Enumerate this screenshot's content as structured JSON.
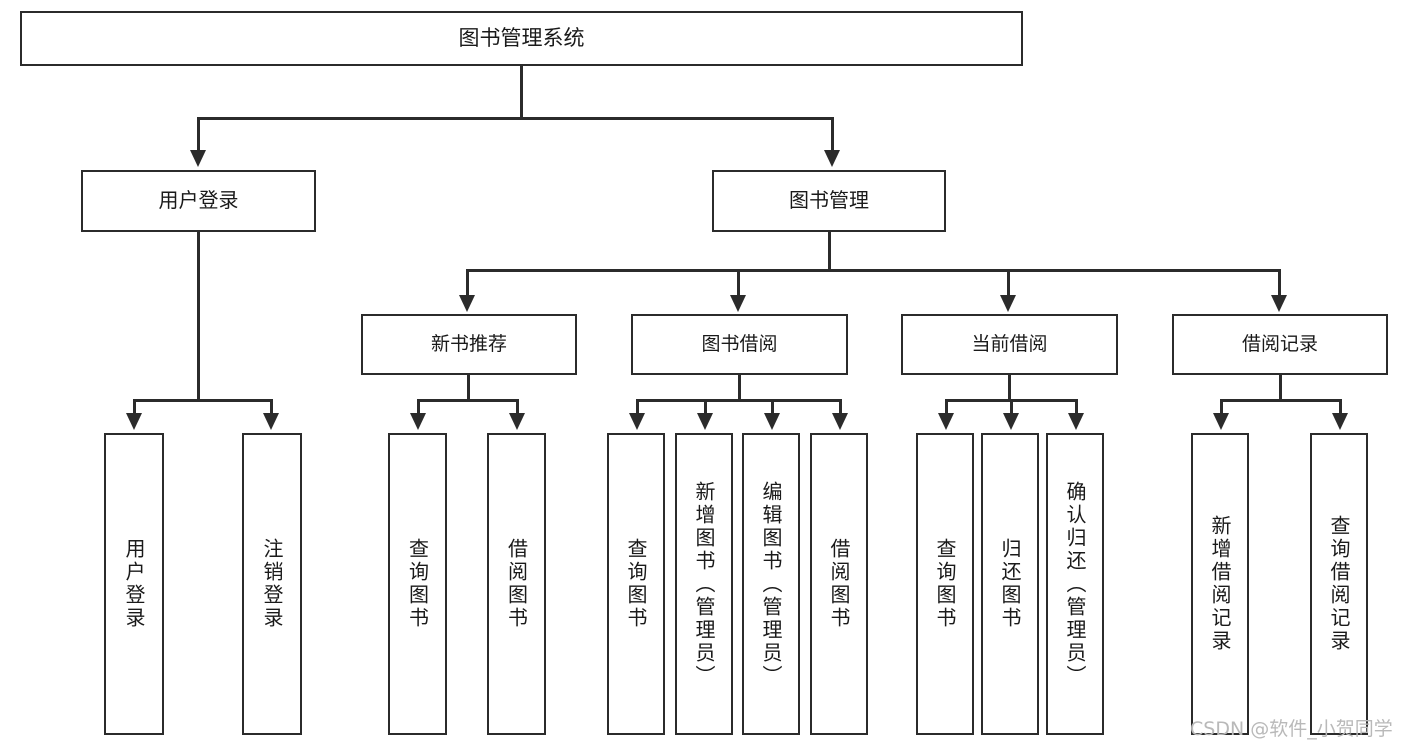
{
  "diagram": {
    "type": "tree",
    "title": "图书管理系统",
    "root": {
      "id": "root",
      "label": "图书管理系统"
    },
    "level2": [
      {
        "id": "user-login",
        "label": "用户登录"
      },
      {
        "id": "book-management",
        "label": "图书管理"
      }
    ],
    "level3": [
      {
        "id": "new-book-recommend",
        "label": "新书推荐",
        "parent": "book-management"
      },
      {
        "id": "book-borrow",
        "label": "图书借阅",
        "parent": "book-management"
      },
      {
        "id": "current-borrow",
        "label": "当前借阅",
        "parent": "book-management"
      },
      {
        "id": "borrow-record",
        "label": "借阅记录",
        "parent": "book-management"
      }
    ],
    "leaves": {
      "user_login": [
        {
          "id": "leaf-user-login",
          "label": "用户登录"
        },
        {
          "id": "leaf-logout-login",
          "label": "注销登录"
        }
      ],
      "new_book_recommend": [
        {
          "id": "leaf-query-book-1",
          "label": "查询图书"
        },
        {
          "id": "leaf-borrow-book-1",
          "label": "借阅图书"
        }
      ],
      "book_borrow": [
        {
          "id": "leaf-query-book-2",
          "label": "查询图书"
        },
        {
          "id": "leaf-add-book",
          "label": "新增图书（管理员）"
        },
        {
          "id": "leaf-edit-book",
          "label": "编辑图书（管理员）"
        },
        {
          "id": "leaf-borrow-book-2",
          "label": "借阅图书"
        }
      ],
      "current_borrow": [
        {
          "id": "leaf-query-book-3",
          "label": "查询图书"
        },
        {
          "id": "leaf-return-book",
          "label": "归还图书"
        },
        {
          "id": "leaf-confirm-return",
          "label": "确认归还（管理员）"
        }
      ],
      "borrow_record": [
        {
          "id": "leaf-add-record",
          "label": "新增借阅记录"
        },
        {
          "id": "leaf-query-record",
          "label": "查询借阅记录"
        }
      ]
    }
  },
  "watermark": {
    "text": "CSDN @软件_小贺同学"
  },
  "colors": {
    "stroke": "#2b2b2b",
    "fill": "#ffffff",
    "text": "#1a1a1a",
    "watermark": "#b9b9b9"
  }
}
